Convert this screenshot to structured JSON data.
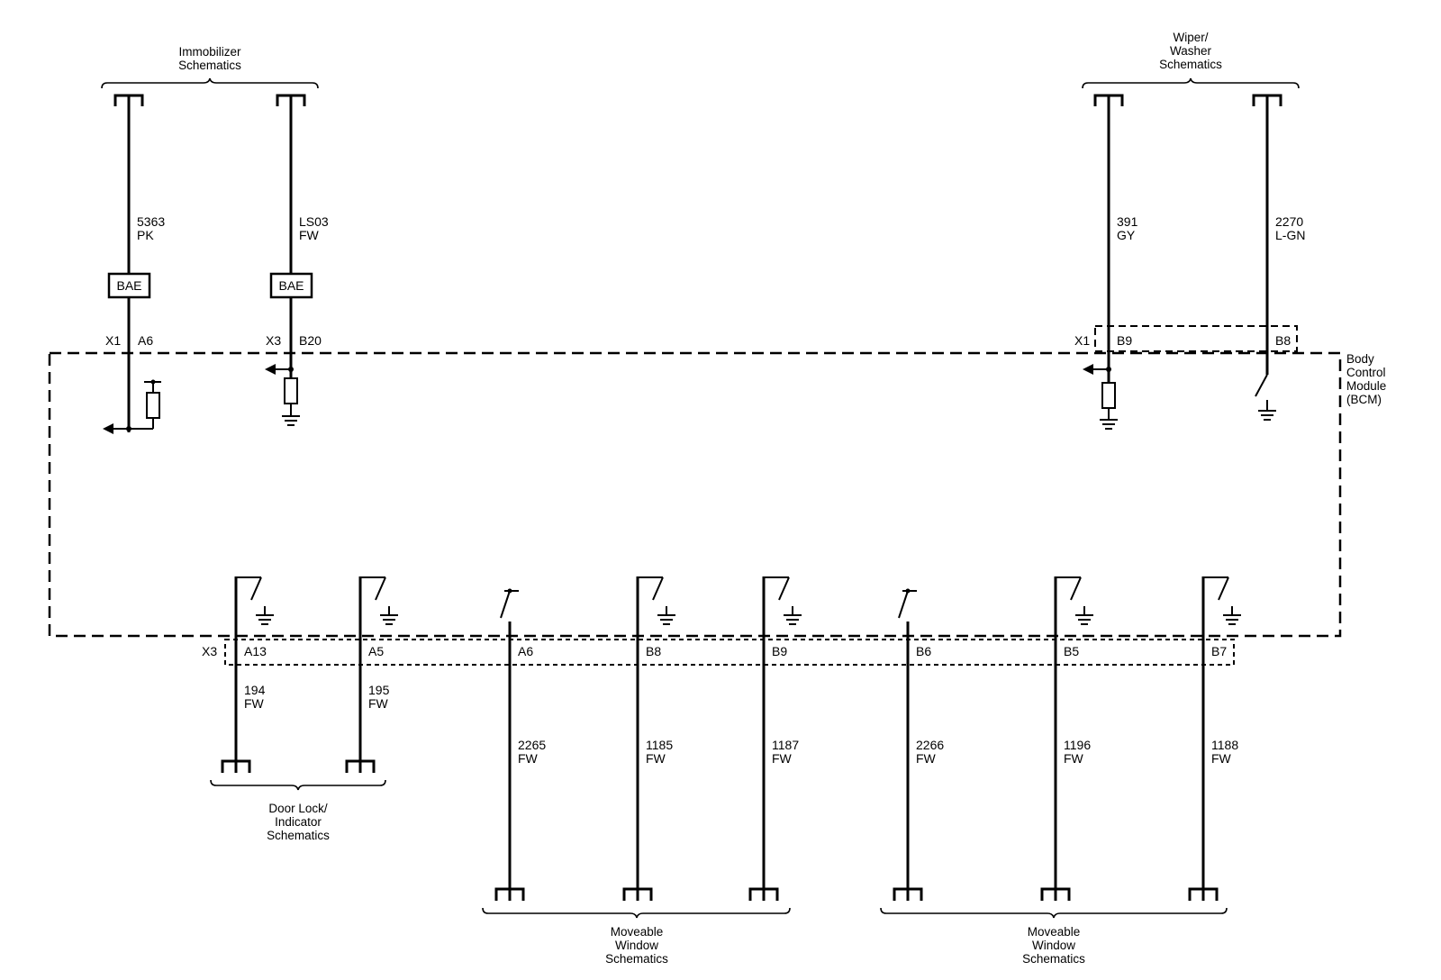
{
  "colors": {
    "ink": "#000000",
    "background": "#ffffff"
  },
  "headers": {
    "immobilizer": [
      "Immobilizer",
      "Schematics"
    ],
    "wiper": [
      "Wiper/",
      "Washer",
      "Schematics"
    ],
    "door_lock": [
      "Door Lock/",
      "Indicator",
      "Schematics"
    ],
    "window_left": [
      "Moveable",
      "Window",
      "Schematics"
    ],
    "window_right": [
      "Moveable",
      "Window",
      "Schematics"
    ]
  },
  "module": {
    "lines": [
      "Body",
      "Control",
      "Module",
      "(BCM)"
    ]
  },
  "top_wires": [
    {
      "circuit": "5363",
      "color": "PK",
      "connector": "X1",
      "pin": "A6",
      "inline_box": "BAE"
    },
    {
      "circuit": "LS03",
      "color": "FW",
      "connector": "X3",
      "pin": "B20",
      "inline_box": "BAE"
    },
    {
      "circuit": "391",
      "color": "GY",
      "connector": "X1",
      "pin": "B9"
    },
    {
      "circuit": "2270",
      "color": "L-GN",
      "connector": "",
      "pin": "B8"
    }
  ],
  "bottom_connector": "X3",
  "bottom_wires": [
    {
      "pin": "A13",
      "circuit": "194",
      "color": "FW"
    },
    {
      "pin": "A5",
      "circuit": "195",
      "color": "FW"
    },
    {
      "pin": "A6",
      "circuit": "2265",
      "color": "FW"
    },
    {
      "pin": "B8",
      "circuit": "1185",
      "color": "FW"
    },
    {
      "pin": "B9",
      "circuit": "1187",
      "color": "FW"
    },
    {
      "pin": "B6",
      "circuit": "2266",
      "color": "FW"
    },
    {
      "pin": "B5",
      "circuit": "1196",
      "color": "FW"
    },
    {
      "pin": "B7",
      "circuit": "1188",
      "color": "FW"
    }
  ]
}
